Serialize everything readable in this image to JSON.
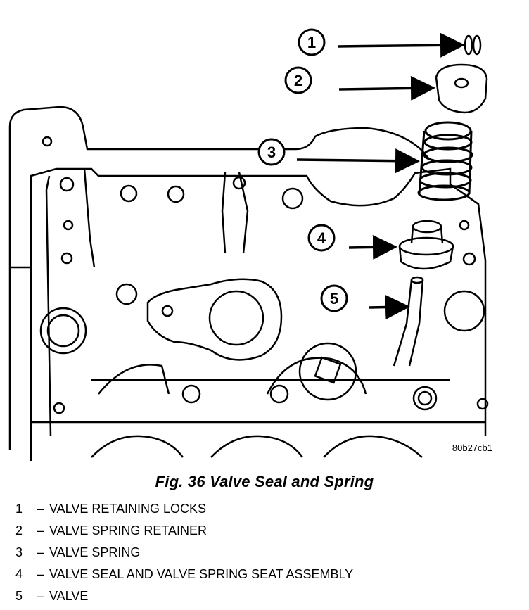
{
  "figure": {
    "caption": "Fig. 36 Valve Seal and Spring",
    "code": "80b27cb1"
  },
  "callouts": [
    {
      "number": "1",
      "label": "VALVE RETAINING LOCKS"
    },
    {
      "number": "2",
      "label": "VALVE SPRING RETAINER"
    },
    {
      "number": "3",
      "label": "VALVE SPRING"
    },
    {
      "number": "4",
      "label": "VALVE SEAL AND VALVE SPRING SEAT ASSEMBLY"
    },
    {
      "number": "5",
      "label": "VALVE"
    }
  ],
  "legend_separator": "–",
  "colors": {
    "ink": "#000000",
    "paper": "#ffffff"
  }
}
